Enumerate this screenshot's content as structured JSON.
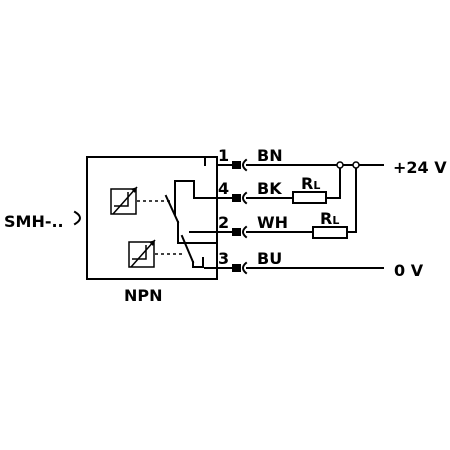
{
  "diagram": {
    "input_label": "SMH-..",
    "output_type_label": "NPN",
    "pins": [
      {
        "number": "1",
        "wire": "BN"
      },
      {
        "number": "4",
        "wire": "BK"
      },
      {
        "number": "2",
        "wire": "WH"
      },
      {
        "number": "3",
        "wire": "BU"
      }
    ],
    "load_label_main": "R",
    "load_label_sub": "L",
    "supply_positive": "+24 V",
    "supply_ground": "0 V"
  }
}
